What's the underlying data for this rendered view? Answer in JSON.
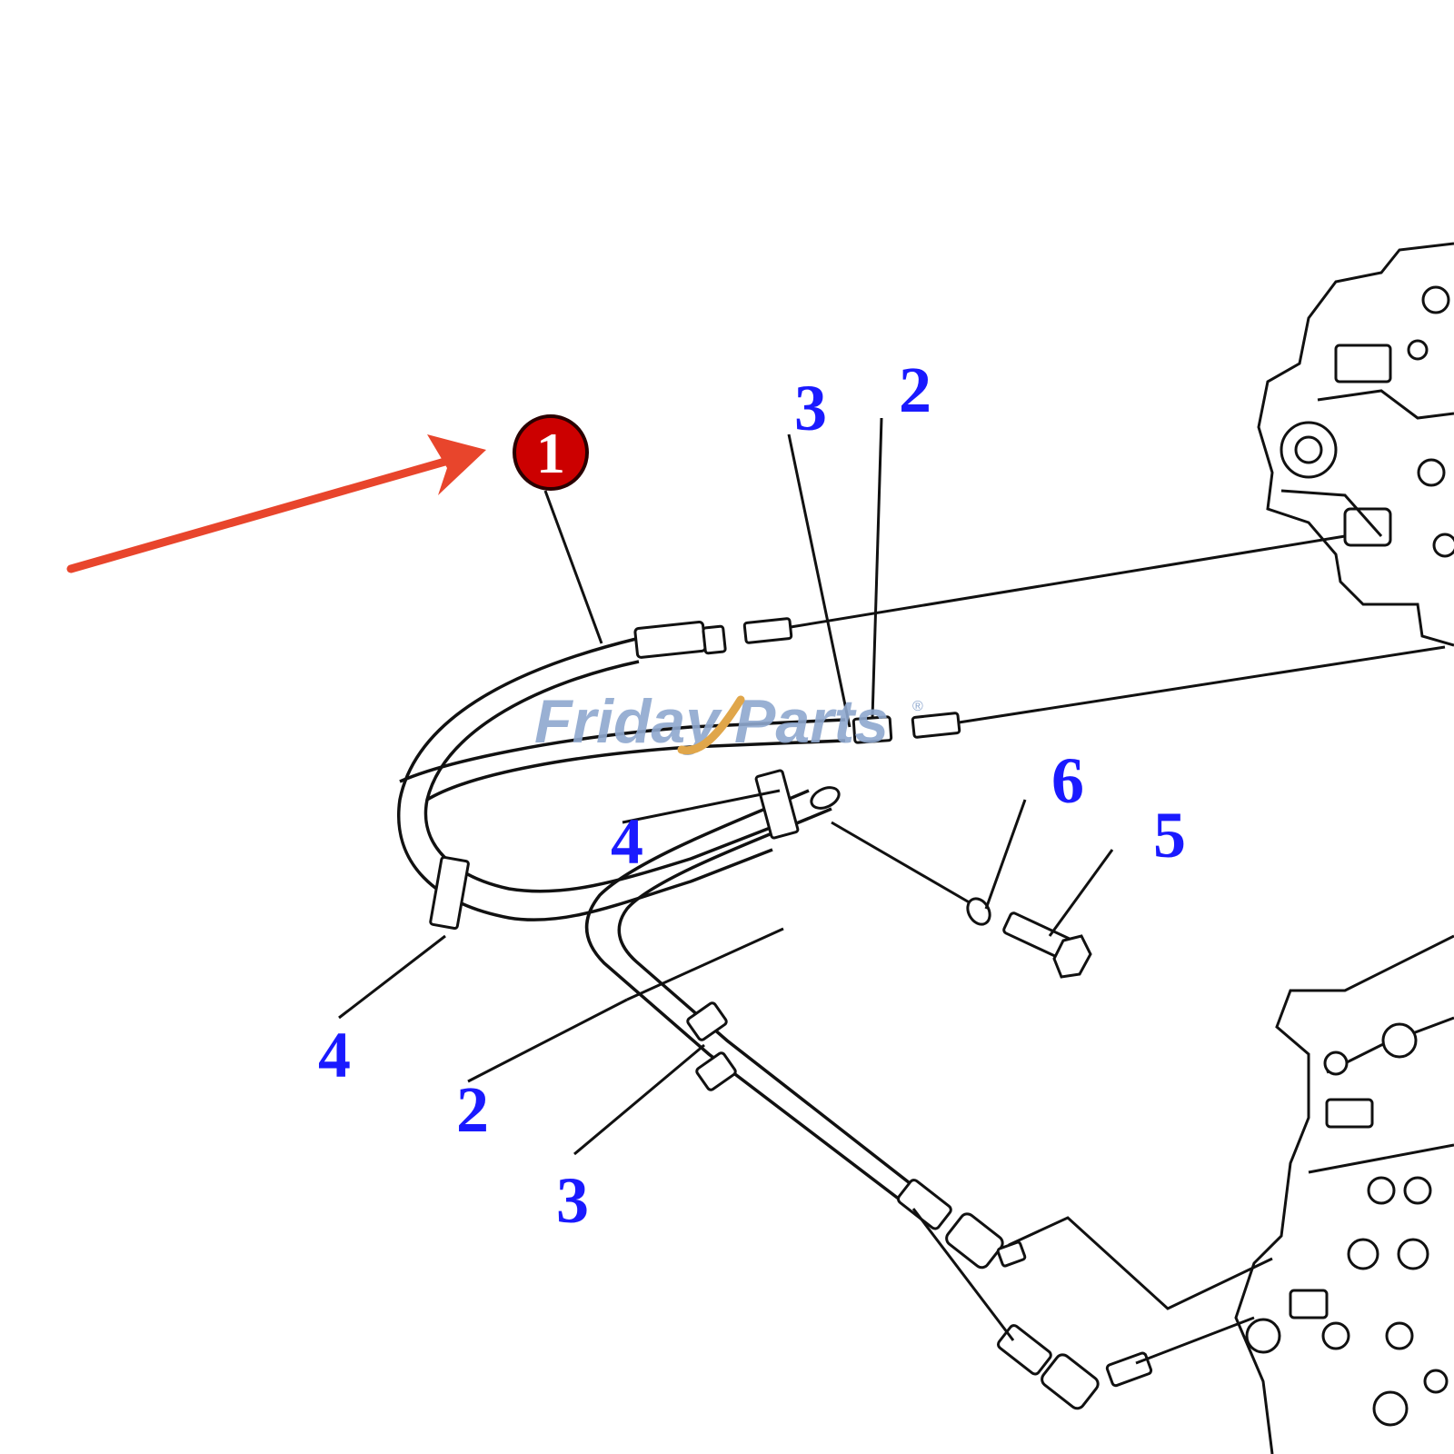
{
  "diagram": {
    "highlight_badge": {
      "label": "1",
      "color": "#cc0000"
    },
    "arrow_color": "#e8452c",
    "callout_color": "#1a1aff",
    "callouts": [
      "3",
      "2",
      "6",
      "5",
      "4",
      "4",
      "2",
      "3"
    ]
  },
  "watermark": {
    "part_a": "Friday",
    "part_b": "Parts",
    "mark": "®"
  }
}
